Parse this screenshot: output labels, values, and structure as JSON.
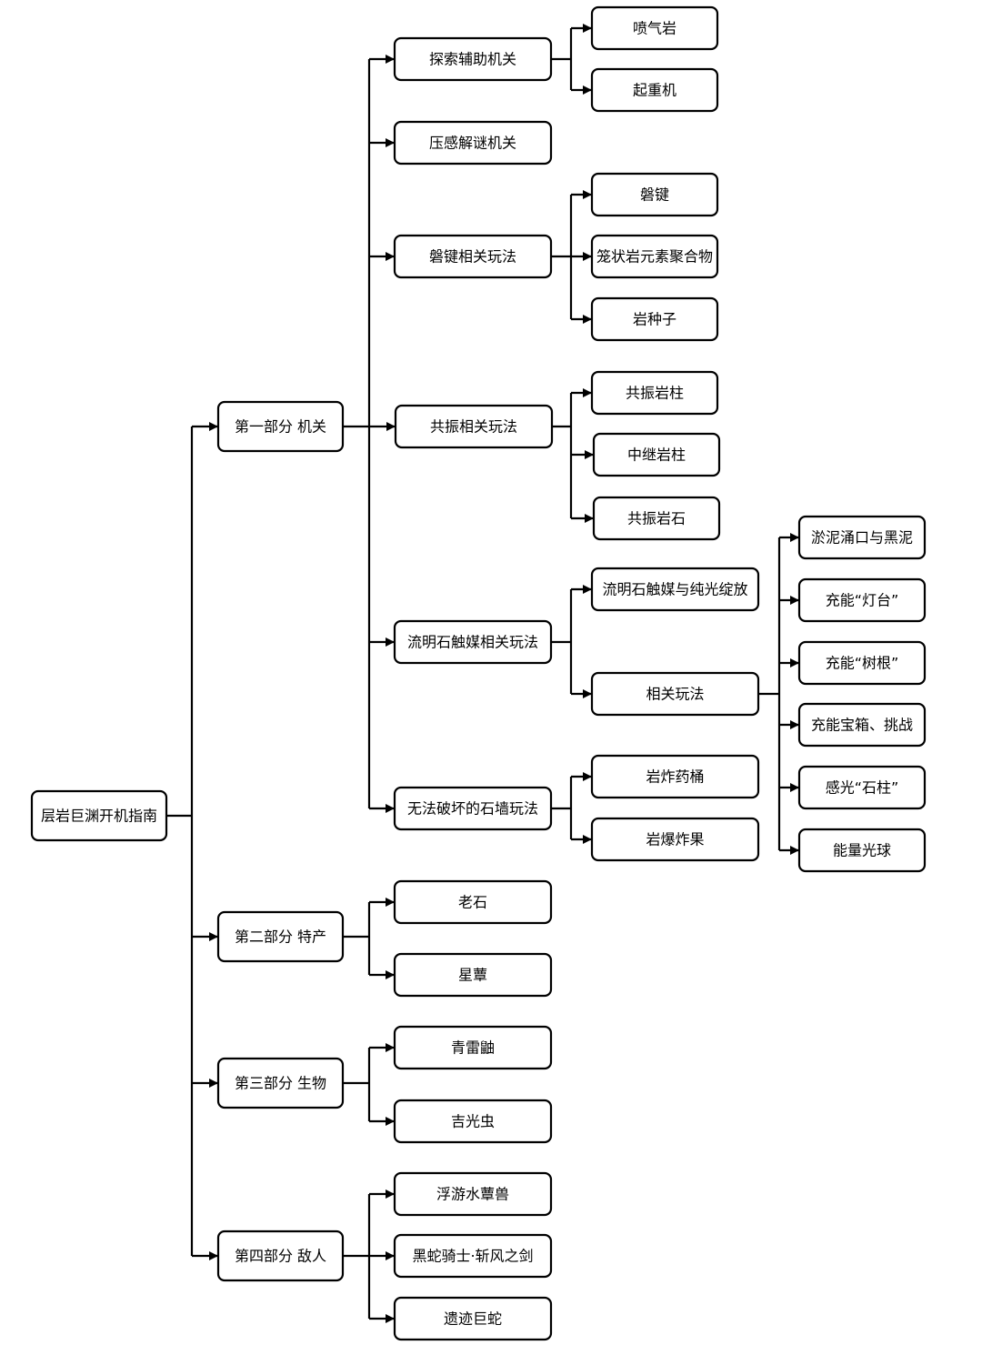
{
  "root": {
    "label": "层岩巨渊开机指南"
  },
  "parts": [
    {
      "label": "第一部分  机关",
      "children": [
        {
          "label": "探索辅助机关",
          "children": [
            {
              "label": "喷气岩"
            },
            {
              "label": "起重机"
            }
          ]
        },
        {
          "label": "压感解谜机关"
        },
        {
          "label": "磐键相关玩法",
          "children": [
            {
              "label": "磐键"
            },
            {
              "label": "笼状岩元素聚合物"
            },
            {
              "label": "岩种子"
            }
          ]
        },
        {
          "label": "共振相关玩法",
          "children": [
            {
              "label": "共振岩柱"
            },
            {
              "label": "中继岩柱"
            },
            {
              "label": "共振岩石"
            }
          ]
        },
        {
          "label": "流明石触媒相关玩法",
          "children": [
            {
              "label": "流明石触媒与纯光绽放"
            },
            {
              "label": "相关玩法",
              "children": [
                {
                  "label": "淤泥涌口与黑泥"
                },
                {
                  "label": "充能“灯台”"
                },
                {
                  "label": "充能“树根”"
                },
                {
                  "label": "充能宝箱、挑战"
                },
                {
                  "label": "感光“石柱”"
                },
                {
                  "label": "能量光球"
                }
              ]
            }
          ]
        },
        {
          "label": "无法破坏的石墙玩法",
          "children": [
            {
              "label": "岩炸药桶"
            },
            {
              "label": "岩爆炸果"
            }
          ]
        }
      ]
    },
    {
      "label": "第二部分  特产",
      "children": [
        {
          "label": "老石"
        },
        {
          "label": "星蕈"
        }
      ]
    },
    {
      "label": "第三部分  生物",
      "children": [
        {
          "label": "青雷鼬"
        },
        {
          "label": "吉光虫"
        }
      ]
    },
    {
      "label": "第四部分  敌人",
      "children": [
        {
          "label": "浮游水蕈兽"
        },
        {
          "label": "黑蛇骑士·斩风之剑"
        },
        {
          "label": "遗迹巨蛇"
        }
      ]
    }
  ]
}
